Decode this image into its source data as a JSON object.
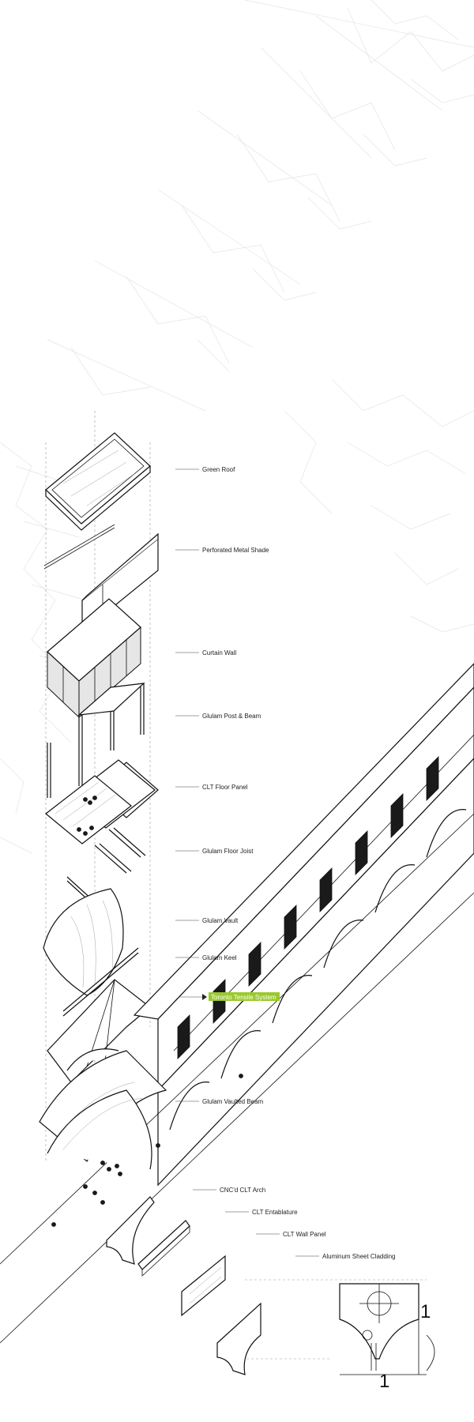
{
  "diagram": {
    "labels": [
      {
        "key": "green_roof",
        "text": "Green Roof"
      },
      {
        "key": "perforated_metal_shade",
        "text": "Perforated Metal Shade"
      },
      {
        "key": "curtain_wall",
        "text": "Curtain Wall"
      },
      {
        "key": "glulam_post_beam",
        "text": "Glulam Post & Beam"
      },
      {
        "key": "clt_floor_panel",
        "text": "CLT Floor Panel"
      },
      {
        "key": "glulam_floor_joist",
        "text": "Glulam Floor Joist"
      },
      {
        "key": "glulam_vault",
        "text": "Glulam Vault"
      },
      {
        "key": "glulam_keel",
        "text": "Glulam Keel"
      },
      {
        "key": "toronto_tensile_system",
        "text": "Toronto Tensile System"
      },
      {
        "key": "glulam_vaulted_beam",
        "text": "Glulam Vaulted Beam"
      },
      {
        "key": "cnc_clt_arch",
        "text": "CNC'd CLT Arch"
      },
      {
        "key": "clt_entablature",
        "text": "CLT Entablature"
      },
      {
        "key": "clt_wall_panel",
        "text": "CLT Wall Panel"
      },
      {
        "key": "aluminum_sheet_cladding",
        "text": "Aluminum Sheet Cladding"
      }
    ],
    "section_marks": [
      "1",
      "1"
    ],
    "highlight_color": "#9ac92e"
  }
}
